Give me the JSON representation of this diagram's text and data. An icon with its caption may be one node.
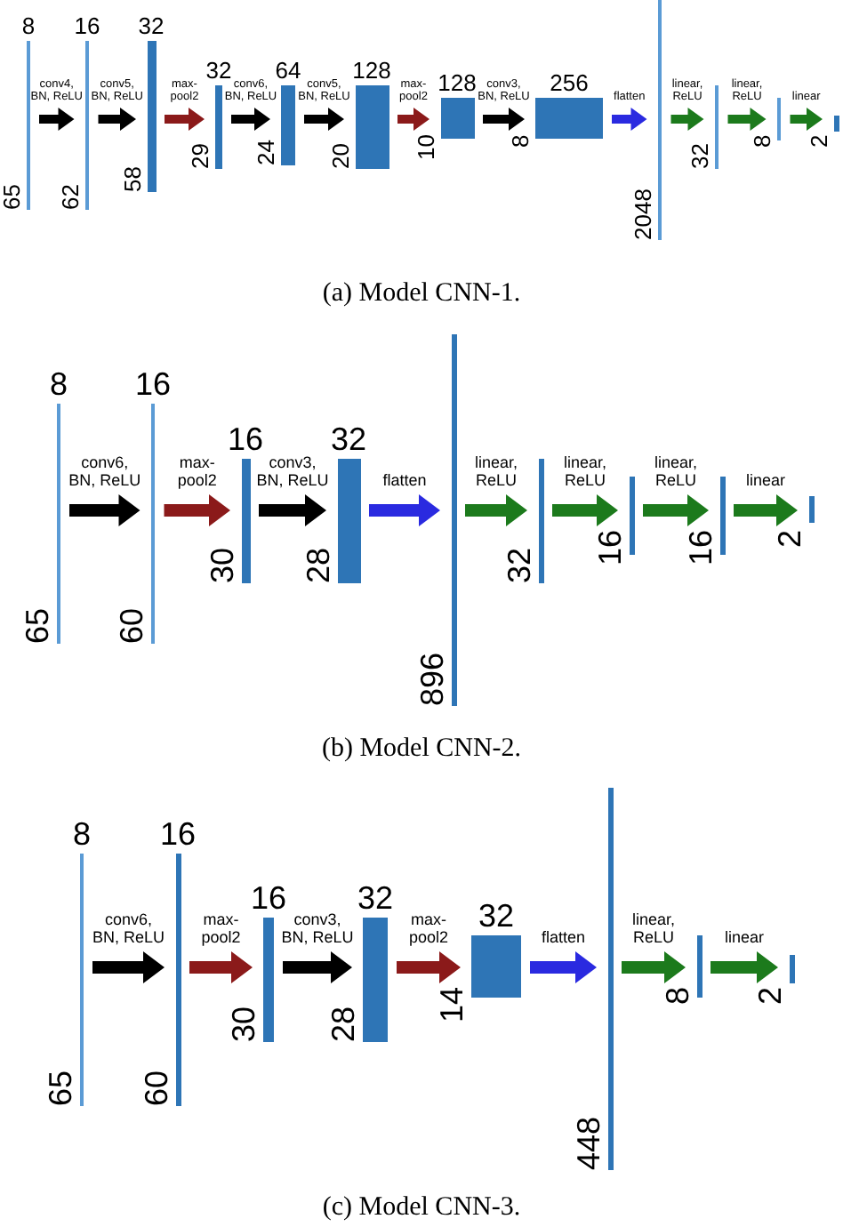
{
  "diagram": {
    "nodes": [
      {
        "text": [
          "8",
          "65"
        ]
      },
      {
        "text": [
          "16",
          "62"
        ]
      },
      {
        "text": [
          "32",
          "58"
        ]
      },
      {
        "text": [
          "32",
          "29"
        ]
      },
      {
        "text": [
          "64",
          "24"
        ]
      },
      {
        "text": [
          "128",
          "20"
        ]
      },
      {
        "text": [
          "128",
          "10"
        ]
      },
      {
        "text": [
          "256",
          "8"
        ]
      },
      {
        "text": [
          "2048"
        ]
      },
      {
        "text": [
          "32"
        ]
      },
      {
        "text": [
          "8"
        ]
      },
      {
        "text": [
          "2"
        ]
      },
      {
        "text": [
          "8",
          "65"
        ]
      },
      {
        "text": [
          "16",
          "60"
        ]
      },
      {
        "text": [
          "16",
          "30"
        ]
      },
      {
        "text": [
          "32",
          "28"
        ]
      },
      {
        "text": [
          "896"
        ]
      },
      {
        "text": [
          "32"
        ]
      },
      {
        "text": [
          "16"
        ]
      },
      {
        "text": [
          "16"
        ]
      },
      {
        "text": [
          "2"
        ]
      },
      {
        "text": [
          "8",
          "65"
        ]
      },
      {
        "text": [
          "16",
          "60"
        ]
      },
      {
        "text": [
          "16",
          "30"
        ]
      },
      {
        "text": [
          "32",
          "28"
        ]
      },
      {
        "text": [
          "32",
          "14"
        ]
      },
      {
        "text": [
          "448"
        ]
      },
      {
        "text": [
          "8"
        ]
      },
      {
        "text": [
          "2"
        ]
      }
    ],
    "edges": [
      {
        "from": 0,
        "to": 1,
        "arrow": "to",
        "label": "conv4, BN, ReLU",
        "color": "#000000"
      },
      {
        "from": 1,
        "to": 2,
        "arrow": "to",
        "label": "conv5, BN, ReLU",
        "color": "#000000"
      },
      {
        "from": 2,
        "to": 3,
        "arrow": "to",
        "label": "max-pool2",
        "color": "#8b1a1a"
      },
      {
        "from": 3,
        "to": 4,
        "arrow": "to",
        "label": "conv6, BN, ReLU",
        "color": "#000000"
      },
      {
        "from": 4,
        "to": 5,
        "arrow": "to",
        "label": "conv5, BN, ReLU",
        "color": "#000000"
      },
      {
        "from": 5,
        "to": 6,
        "arrow": "to",
        "label": "max-pool2",
        "color": "#8b1a1a"
      },
      {
        "from": 6,
        "to": 7,
        "arrow": "to",
        "label": "conv3, BN, ReLU",
        "color": "#000000"
      },
      {
        "from": 7,
        "to": 8,
        "arrow": "to",
        "label": "flatten",
        "color": "#2a2ae0"
      },
      {
        "from": 8,
        "to": 9,
        "arrow": "to",
        "label": "linear, ReLU",
        "color": "#1c7a1c"
      },
      {
        "from": 9,
        "to": 10,
        "arrow": "to",
        "label": "linear, ReLU",
        "color": "#1c7a1c"
      },
      {
        "from": 10,
        "to": 11,
        "arrow": "to",
        "label": "linear",
        "color": "#1c7a1c"
      },
      {
        "from": 12,
        "to": 13,
        "arrow": "to",
        "label": "conv6, BN, ReLU",
        "color": "#000000"
      },
      {
        "from": 13,
        "to": 14,
        "arrow": "to",
        "label": "max-pool2",
        "color": "#8b1a1a"
      },
      {
        "from": 14,
        "to": 15,
        "arrow": "to",
        "label": "conv3, BN, ReLU",
        "color": "#000000"
      },
      {
        "from": 15,
        "to": 16,
        "arrow": "to",
        "label": "flatten",
        "color": "#2a2ae0"
      },
      {
        "from": 16,
        "to": 17,
        "arrow": "to",
        "label": "linear, ReLU",
        "color": "#1c7a1c"
      },
      {
        "from": 17,
        "to": 18,
        "arrow": "to",
        "label": "linear, ReLU",
        "color": "#1c7a1c"
      },
      {
        "from": 18,
        "to": 19,
        "arrow": "to",
        "label": "linear, ReLU",
        "color": "#1c7a1c"
      },
      {
        "from": 19,
        "to": 20,
        "arrow": "to",
        "label": "linear",
        "color": "#1c7a1c"
      },
      {
        "from": 21,
        "to": 22,
        "arrow": "to",
        "label": "conv6, BN, ReLU",
        "color": "#000000"
      },
      {
        "from": 22,
        "to": 23,
        "arrow": "to",
        "label": "max-pool2",
        "color": "#8b1a1a"
      },
      {
        "from": 23,
        "to": 24,
        "arrow": "to",
        "label": "conv3, BN, ReLU",
        "color": "#000000"
      },
      {
        "from": 24,
        "to": 25,
        "arrow": "to",
        "label": "max-pool2",
        "color": "#8b1a1a"
      },
      {
        "from": 25,
        "to": 26,
        "arrow": "to",
        "label": "flatten",
        "color": "#2a2ae0"
      },
      {
        "from": 26,
        "to": 27,
        "arrow": "to",
        "label": "linear, ReLU",
        "color": "#1c7a1c"
      },
      {
        "from": 27,
        "to": 28,
        "arrow": "to",
        "label": "linear",
        "color": "#1c7a1c"
      }
    ],
    "labels": [
      "(a) Model CNN-1.",
      "(b) Model CNN-2.",
      "(c) Model CNN-3."
    ]
  }
}
